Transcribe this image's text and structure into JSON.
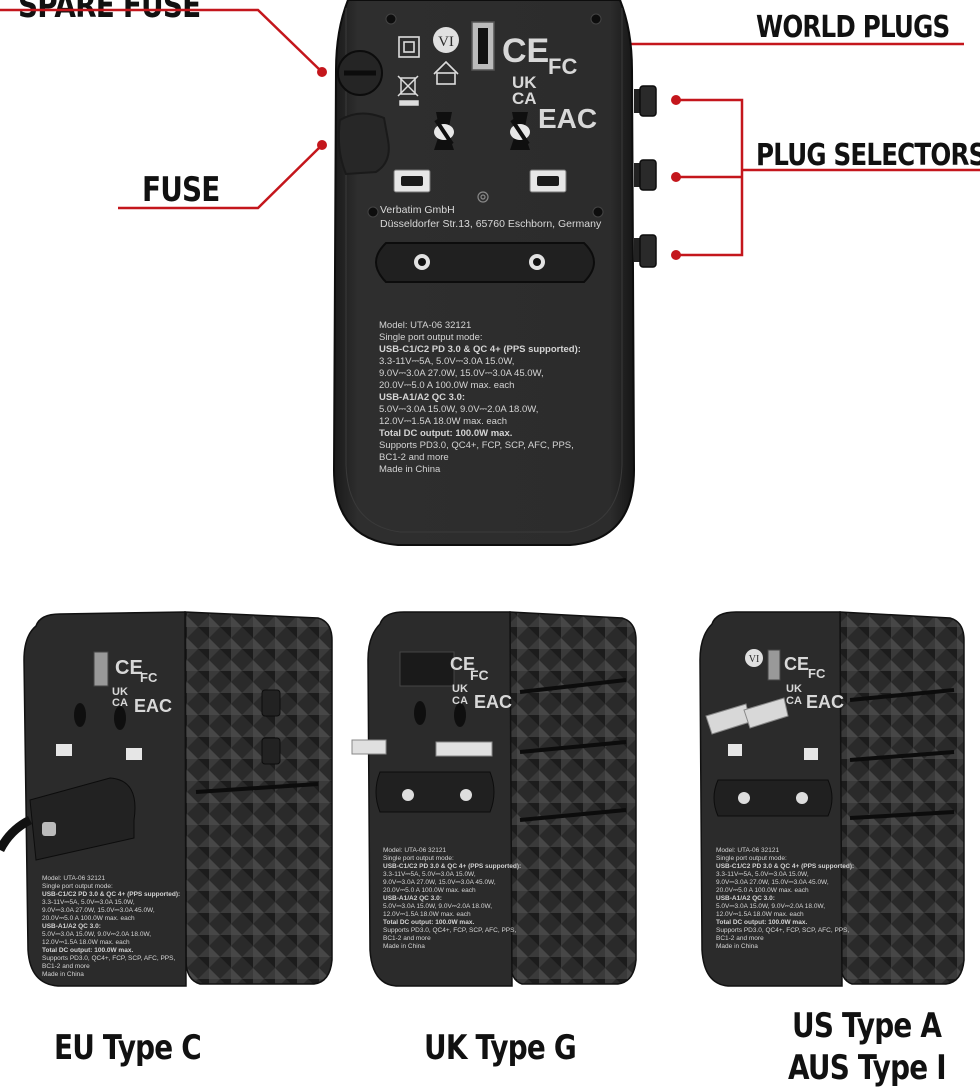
{
  "callouts": {
    "spare_fuse": "SPARE FUSE",
    "fuse": "FUSE",
    "world_plugs": "WORLD PLUGS",
    "plug_selectors": "PLUG SELECTORS"
  },
  "device": {
    "certifications": [
      "VI",
      "CE",
      "FC",
      "UK",
      "CA",
      "EAC"
    ],
    "manufacturer": "Verbatim GmbH",
    "address": "Düsseldorfer Str.13, 65760 Eschborn, Germany",
    "specs": [
      {
        "text": "Model: UTA-06 32121",
        "bold": false
      },
      {
        "text": "Single port output mode:",
        "bold": false
      },
      {
        "text": "USB-C1/C2 PD 3.0 & QC 4+ (PPS supported):",
        "bold": true
      },
      {
        "text": "3.3-11V⎓5A, 5.0V⎓3.0A 15.0W,",
        "bold": false
      },
      {
        "text": "9.0V⎓3.0A 27.0W, 15.0V⎓3.0A 45.0W,",
        "bold": false
      },
      {
        "text": "20.0V⎓5.0 A 100.0W max. each",
        "bold": false
      },
      {
        "text": "USB-A1/A2 QC 3.0:",
        "bold": true
      },
      {
        "text": "5.0V⎓3.0A 15.0W, 9.0V⎓2.0A 18.0W,",
        "bold": false
      },
      {
        "text": "12.0V⎓1.5A 18.0W max. each",
        "bold": false
      },
      {
        "text": "Total DC output: 100.0W max.",
        "bold": true
      },
      {
        "text": "Supports PD3.0, QC4+, FCP, SCP, AFC, PPS,",
        "bold": false
      },
      {
        "text": "BC1-2 and more",
        "bold": false
      },
      {
        "text": "Made in China",
        "bold": false
      }
    ]
  },
  "variants": [
    {
      "caption_1": "EU Type C",
      "caption_2": ""
    },
    {
      "caption_1": "UK Type G",
      "caption_2": ""
    },
    {
      "caption_1": "US Type A",
      "caption_2": "AUS Type I"
    }
  ],
  "colors": {
    "accent_red": "#c4161c",
    "body_dark": "#2b2b2b",
    "body_edge": "#111111"
  }
}
